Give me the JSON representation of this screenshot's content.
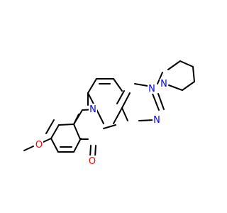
{
  "molecule": {
    "atoms": {
      "n1": {
        "text": "N",
        "color": "#0000ff"
      },
      "n3": {
        "text": "N",
        "color": "#0000ff"
      },
      "n6": {
        "text": "N",
        "color": "#0000ff"
      },
      "n_pip": {
        "text": "N",
        "color": "#0000ff"
      },
      "o_carbonyl": {
        "text": "O",
        "color": "#ff0000"
      },
      "o_methoxy": {
        "text": "O",
        "color": "#ff0000"
      }
    },
    "bond_color": "#000000"
  }
}
